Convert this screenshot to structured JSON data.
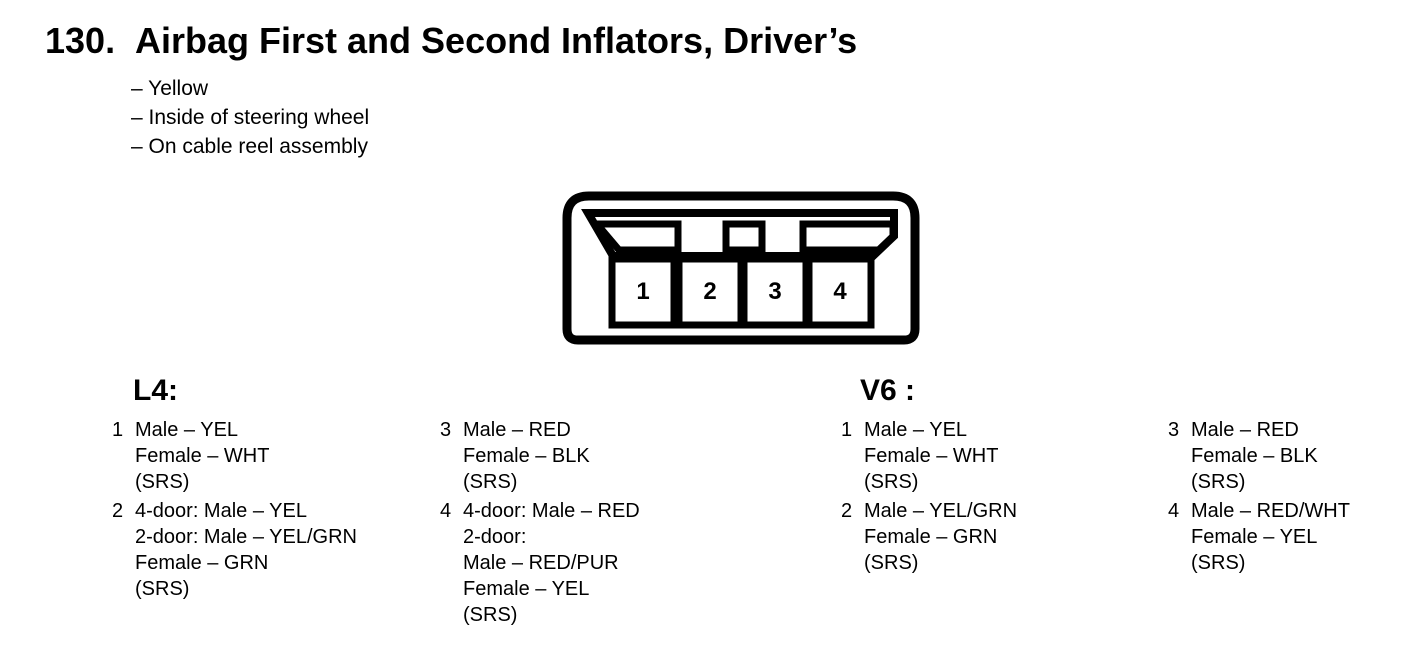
{
  "page": {
    "number": "130.",
    "title": "Airbag First and Second Inflators, Driver’s",
    "bullets": [
      "– Yellow",
      "– Inside of steering wheel",
      "– On cable reel assembly"
    ]
  },
  "connector": {
    "pins": [
      "1",
      "2",
      "3",
      "4"
    ]
  },
  "sections": [
    {
      "heading": "L4:",
      "columns": [
        {
          "entries": [
            {
              "pin": "1",
              "lines": [
                "Male – YEL",
                "Female – WHT",
                "(SRS)"
              ]
            },
            {
              "pin": "2",
              "lines": [
                "4-door: Male – YEL",
                "2-door: Male – YEL/GRN",
                "Female – GRN",
                "(SRS)"
              ]
            }
          ]
        },
        {
          "entries": [
            {
              "pin": "3",
              "lines": [
                "Male – RED",
                "Female – BLK",
                "(SRS)"
              ]
            },
            {
              "pin": "4",
              "lines": [
                "4-door: Male – RED",
                "2-door:",
                "Male – RED/PUR",
                "Female – YEL",
                "(SRS)"
              ]
            }
          ]
        }
      ]
    },
    {
      "heading": "V6 :",
      "columns": [
        {
          "entries": [
            {
              "pin": "1",
              "lines": [
                "Male – YEL",
                "Female – WHT",
                "(SRS)"
              ]
            },
            {
              "pin": "2",
              "lines": [
                "Male – YEL/GRN",
                "Female – GRN",
                "(SRS)"
              ]
            }
          ]
        },
        {
          "entries": [
            {
              "pin": "3",
              "lines": [
                "Male – RED",
                "Female – BLK",
                "(SRS)"
              ]
            },
            {
              "pin": "4",
              "lines": [
                "Male – RED/WHT",
                "Female – YEL",
                "(SRS)"
              ]
            }
          ]
        }
      ]
    }
  ],
  "colors": {
    "ink": "#000000",
    "paper": "#ffffff"
  }
}
